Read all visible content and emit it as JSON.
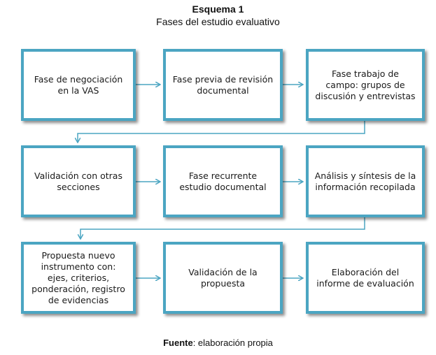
{
  "title": "Esquema 1",
  "subtitle": "Fases del estudio evaluativo",
  "steps": [
    "Fase de negociación en la VAS",
    "Fase previa de revisión documental",
    "Fase trabajo de campo: grupos de discusión y entrevistas",
    "Validación con otras secciones",
    "Fase recurrente estudio documental",
    "Análisis y síntesis de la información recopilada",
    "Propuesta nuevo instrumento con: ejes, criterios, ponderación, registro de evidencias",
    "Validación de la propuesta",
    "Elaboración del informe de evaluación"
  ],
  "footer": {
    "label": "Fuente",
    "text": ": elaboración propia"
  },
  "colors": {
    "box_border": "#4ba5c2",
    "connector": "#4ba5c2"
  }
}
